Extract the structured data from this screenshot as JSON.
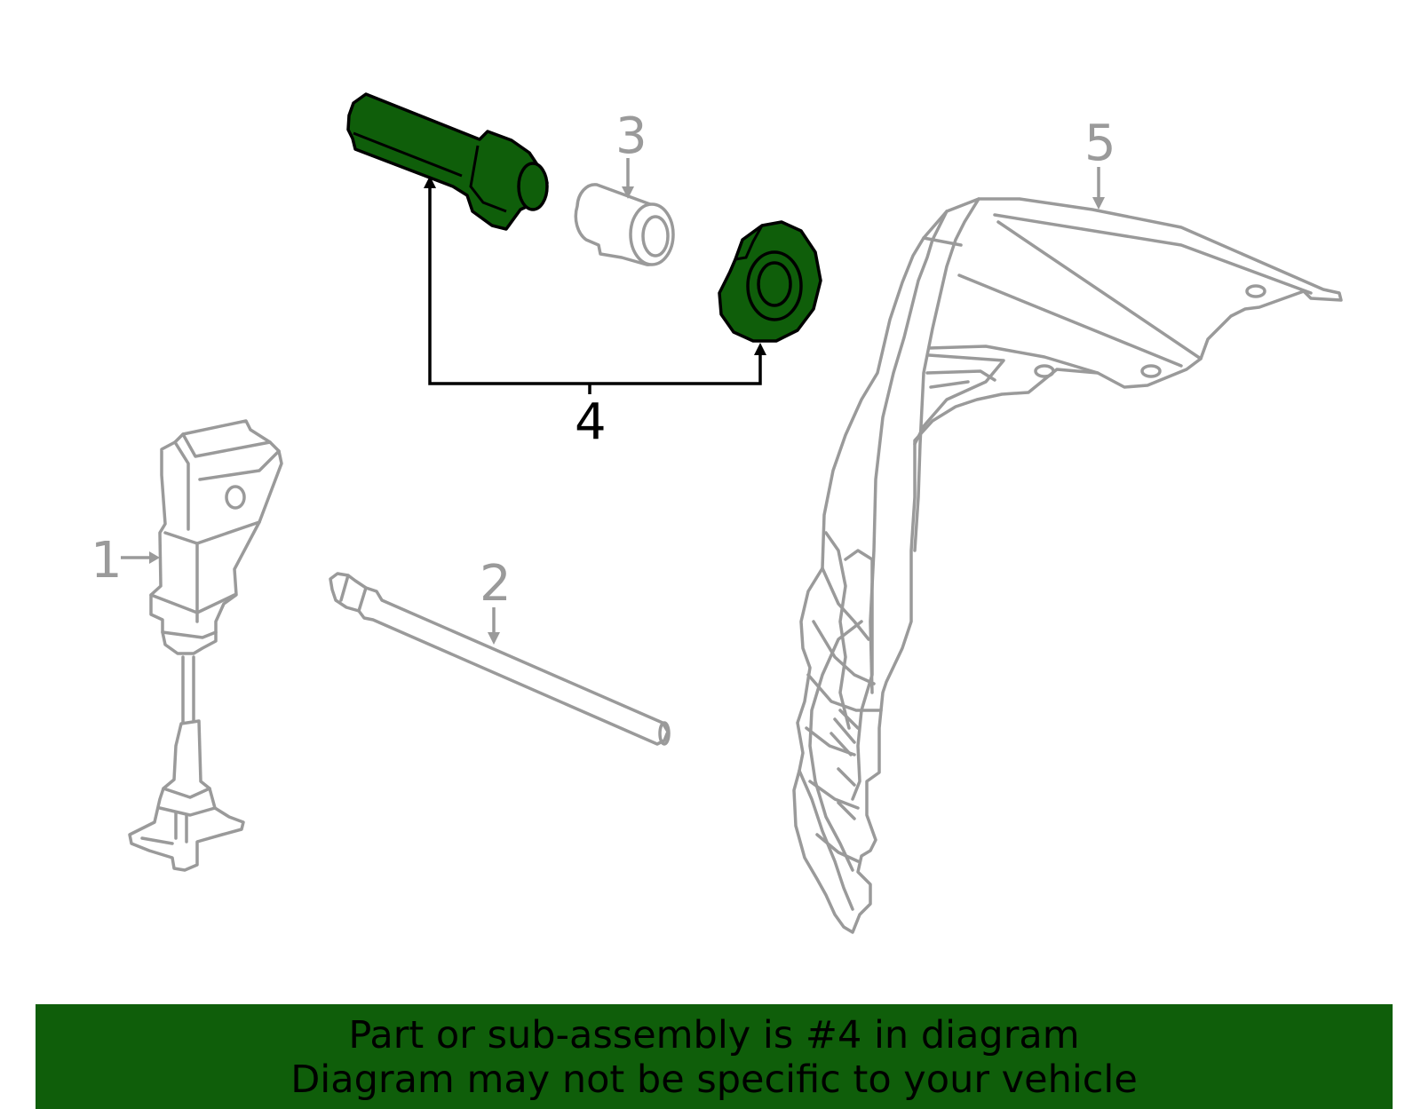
{
  "callouts": {
    "part1": "1",
    "part2": "2",
    "part3": "3",
    "part4": "4",
    "part5": "5"
  },
  "banner": {
    "line1": "Part or sub-assembly is #4 in diagram",
    "line2": "Diagram may not be specific to your vehicle"
  },
  "colors": {
    "highlight": "#0f5e0a",
    "line_grey": "#9a9a9a",
    "highlight_outline": "#000000"
  }
}
